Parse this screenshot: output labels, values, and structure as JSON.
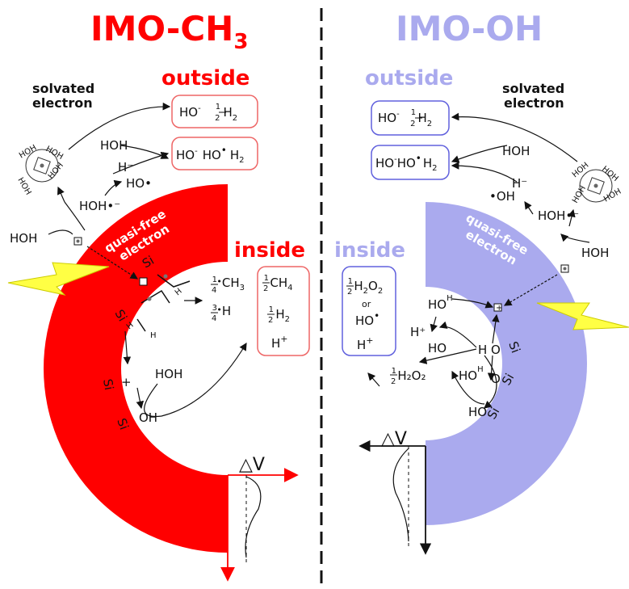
{
  "left": {
    "title": "IMO-CH",
    "title_sub": "3",
    "outside_label": "outside",
    "inside_label": "inside",
    "solvated_1": "solvated",
    "solvated_2": "electron",
    "quasi_1": "quasi-free",
    "quasi_2": "electron",
    "delta_v": "△V",
    "box_out_1": [
      "HO",
      "-",
      "1",
      "2",
      "H",
      "2"
    ],
    "box_out_2": [
      "HO",
      "-",
      "HO",
      "•",
      "H",
      "2"
    ],
    "box_in": [
      "1",
      "2",
      "CH",
      "4",
      "1",
      "2",
      "H",
      "2",
      "H",
      "+"
    ],
    "species": {
      "hoh": "HOH",
      "h_minus": "H⁻",
      "ho_dot": "HO•",
      "hoh_rad": "HOH•⁻",
      "ch3": "CH",
      "ch3_sub": "3",
      "h_dot": "H",
      "si": "Si",
      "oh": "OH",
      "plus": "+"
    }
  },
  "right": {
    "title": "IMO-OH",
    "outside_label": "outside",
    "inside_label": "inside",
    "solvated_1": "solvated",
    "solvated_2": "electron",
    "quasi_1": "quasi-free",
    "quasi_2": "electron",
    "delta_v": "△V",
    "box_out_1": [
      "HO",
      "-",
      "1",
      "2",
      "H",
      "2"
    ],
    "box_out_2": [
      "HO",
      "-",
      "HO",
      "•",
      "H",
      "2"
    ],
    "box_in": [
      "1",
      "2",
      "H",
      "2",
      "O",
      "2",
      "or",
      "HO",
      "•",
      "H",
      "+"
    ],
    "species": {
      "hoh": "HOH",
      "h_minus": "H⁻",
      "oh_dot": "•OH",
      "hoh_rad": "HOH•⁻",
      "h2o2": "H₂O₂",
      "h_plus": "H⁺",
      "si": "Si",
      "ho": "HO",
      "plus": "+"
    }
  },
  "colors": {
    "red": "#ff0000",
    "lavender": "#aaaaee",
    "lavender_box": "#6060dd",
    "red_box": "#ee6666",
    "bolt": "#ffff44",
    "bolt_edge": "#cccc00"
  }
}
